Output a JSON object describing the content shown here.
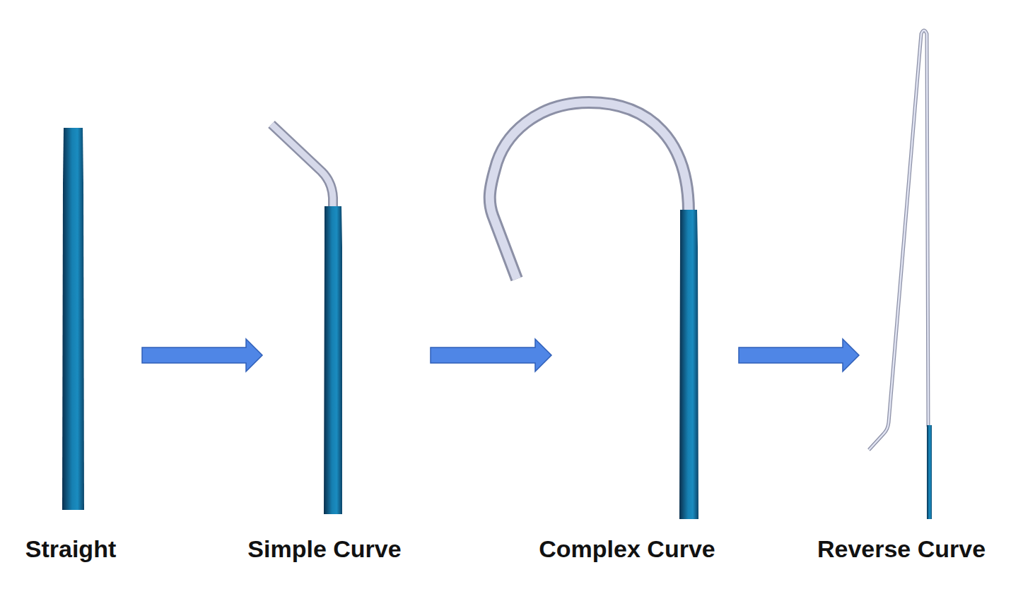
{
  "diagram": {
    "labels": [
      "Straight",
      "Simple Curve",
      "Complex Curve",
      "Reverse Curve"
    ]
  }
}
